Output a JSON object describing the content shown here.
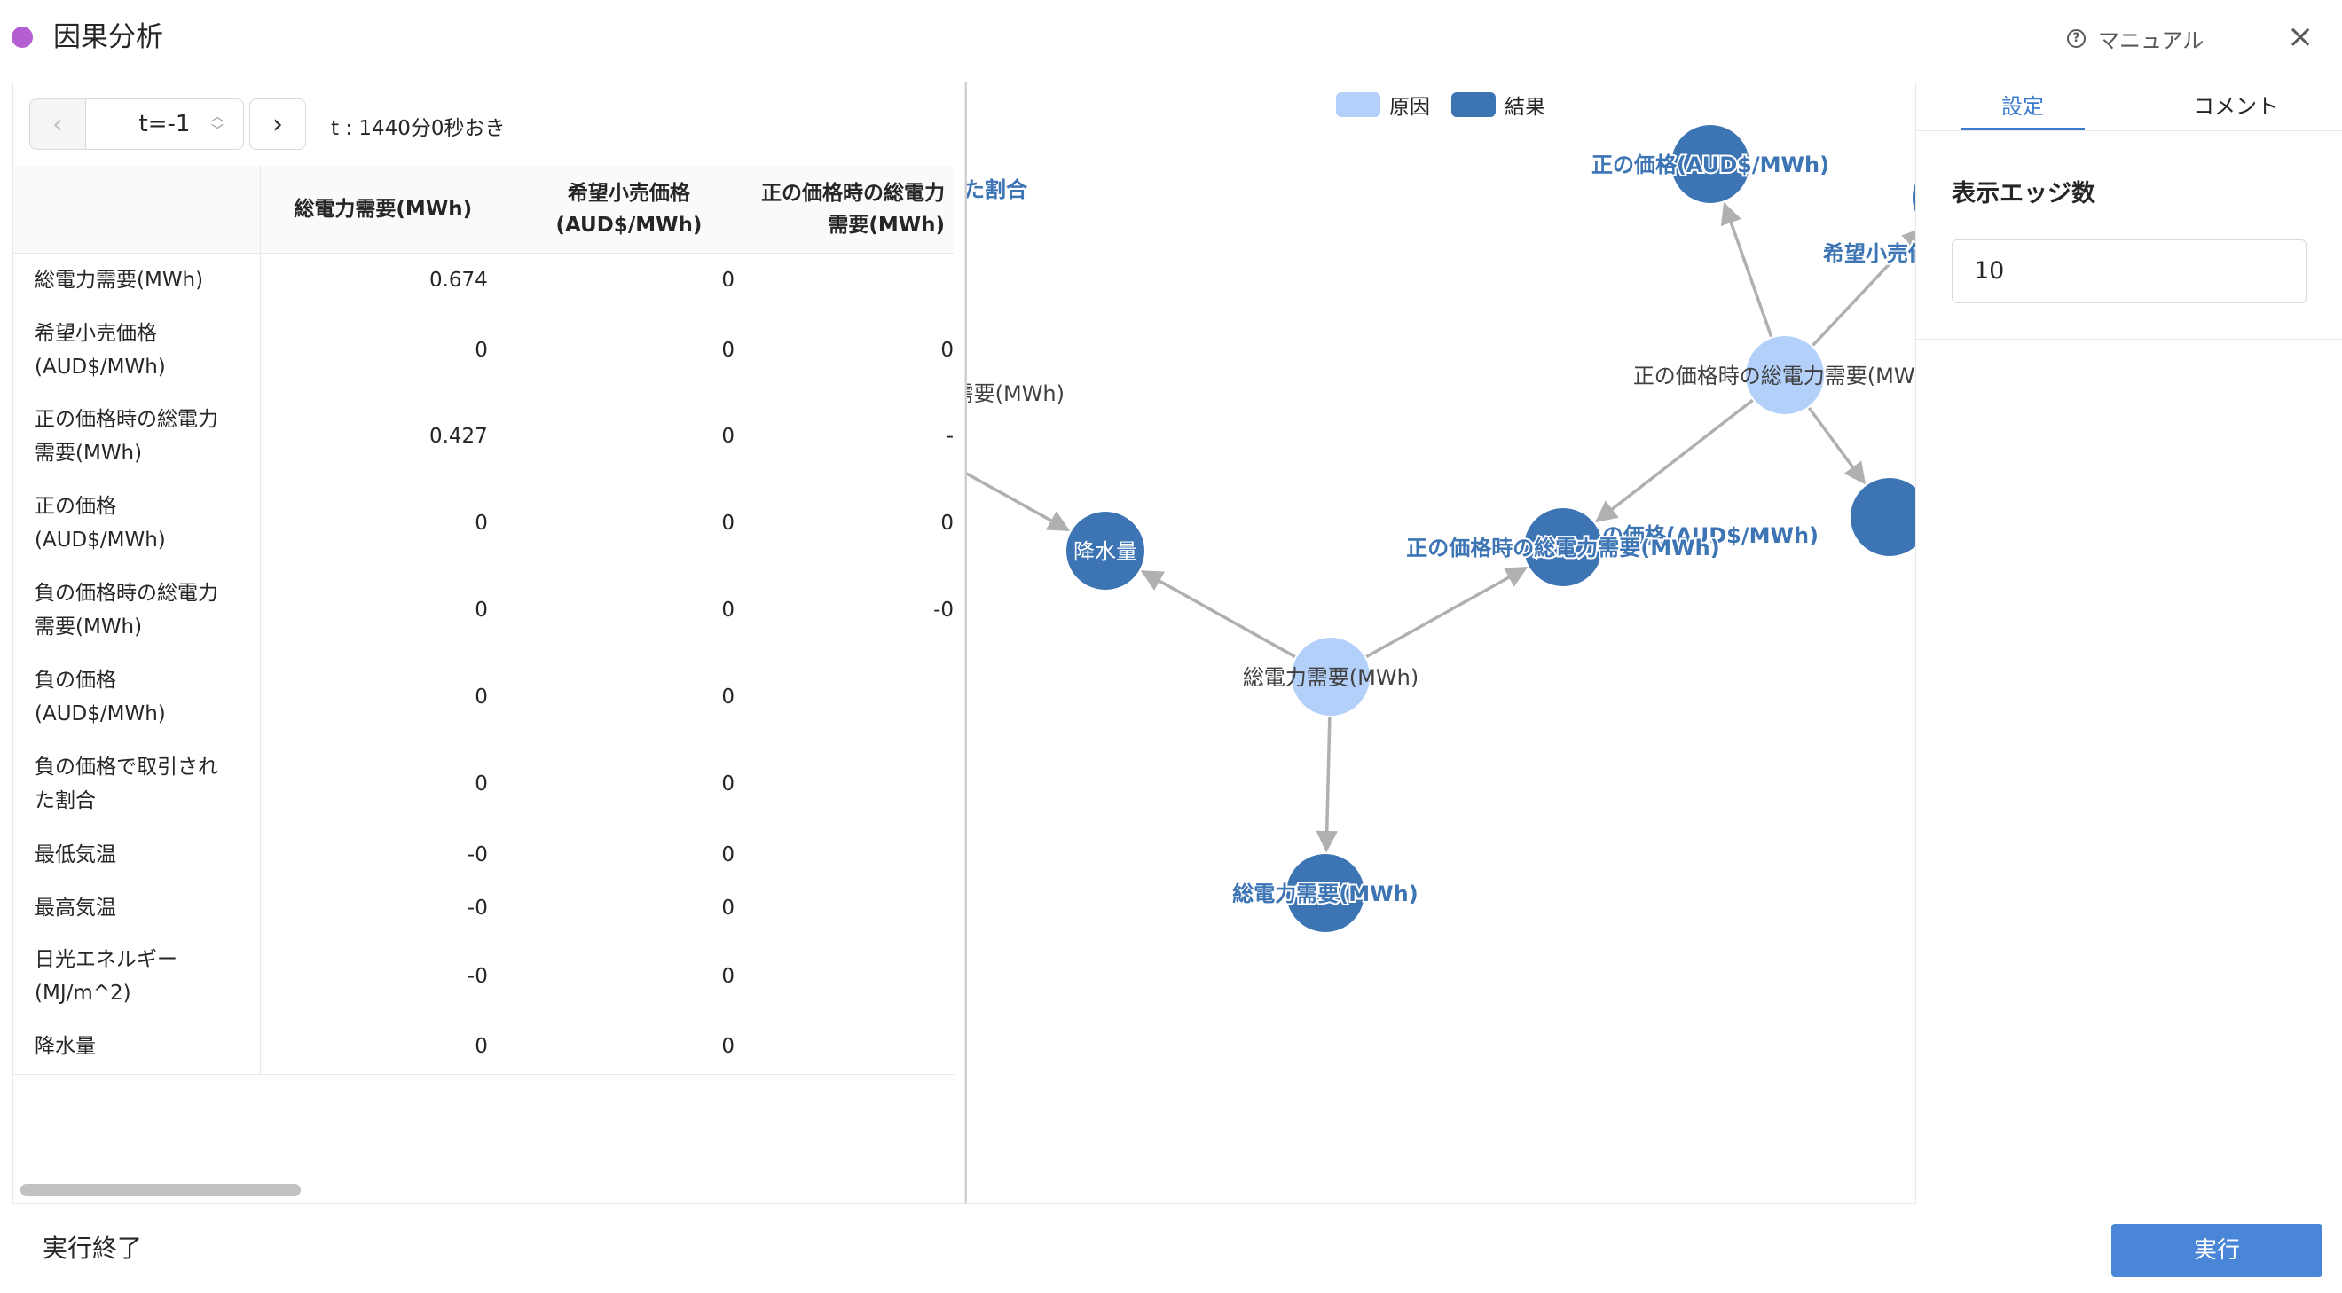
{
  "header": {
    "title": "因果分析",
    "manual_label": "マニュアル",
    "close_glyph": "×",
    "accent_color": "#b45fd1"
  },
  "time_control": {
    "prev_glyph": "‹",
    "next_glyph": "›",
    "selected": "t=-1",
    "interval_text": "t : 1440分0秒おき"
  },
  "table": {
    "columns": [
      "総電力需要(MWh)",
      "希望小売価格\n(AUD$/MWh)",
      "正の価格時の総電力\n需要(MWh)"
    ],
    "rows": [
      {
        "label": "総電力需要(MWh)",
        "values": [
          "0.674",
          "0",
          ""
        ]
      },
      {
        "label": "希望小売価格\n(AUD$/MWh)",
        "values": [
          "0",
          "0",
          "0"
        ]
      },
      {
        "label": "正の価格時の総電力\n需要(MWh)",
        "values": [
          "0.427",
          "0",
          "-"
        ]
      },
      {
        "label": "正の価格\n(AUD$/MWh)",
        "values": [
          "0",
          "0",
          "0"
        ]
      },
      {
        "label": "負の価格時の総電力\n需要(MWh)",
        "values": [
          "0",
          "0",
          "-0"
        ]
      },
      {
        "label": "負の価格\n(AUD$/MWh)",
        "values": [
          "0",
          "0",
          ""
        ]
      },
      {
        "label": "負の価格で取引され\nた割合",
        "values": [
          "0",
          "0",
          ""
        ]
      },
      {
        "label": "最低気温",
        "values": [
          "-0",
          "0",
          ""
        ]
      },
      {
        "label": "最高気温",
        "values": [
          "-0",
          "0",
          ""
        ]
      },
      {
        "label": "日光エネルギー\n(MJ/m^2)",
        "values": [
          "-0",
          "0",
          ""
        ]
      },
      {
        "label": "降水量",
        "values": [
          "0",
          "0",
          ""
        ]
      }
    ]
  },
  "graph": {
    "legend": [
      {
        "label": "原因",
        "color": "#b3d0fb"
      },
      {
        "label": "結果",
        "color": "#3c74b4"
      }
    ],
    "edge_color": "#b0b0b0",
    "nodes": [
      {
        "id": "n1",
        "label": "正の価格(AUD$/MWh)",
        "kind": "effect"
      },
      {
        "id": "n2",
        "label": "希望小売価格",
        "kind": "effect"
      },
      {
        "id": "n3",
        "label": "正の価格時の総電力需要(MWh)",
        "kind": "cause"
      },
      {
        "id": "n4",
        "label": "負の価格(AUD$/MWh)",
        "kind": "effect"
      },
      {
        "id": "n5",
        "label": "正の価格時の総電力需要(MWh)",
        "kind": "effect"
      },
      {
        "id": "n6",
        "label": "降水量",
        "kind": "effect"
      },
      {
        "id": "n7",
        "label": "総電力需要(MWh)",
        "kind": "cause"
      },
      {
        "id": "n8",
        "label": "総電力需要(MWh)",
        "kind": "effect"
      },
      {
        "id": "n9",
        "label": "総電力需要(MWh)",
        "kind": "cause"
      },
      {
        "id": "n10",
        "label": "負の価格で取引された割合",
        "kind": "effect"
      }
    ],
    "edges": [
      {
        "from": "n3",
        "to": "n1"
      },
      {
        "from": "n3",
        "to": "n2"
      },
      {
        "from": "n3",
        "to": "n4"
      },
      {
        "from": "n3",
        "to": "n5"
      },
      {
        "from": "n7",
        "to": "n5"
      },
      {
        "from": "n7",
        "to": "n6"
      },
      {
        "from": "n7",
        "to": "n8"
      },
      {
        "from": "n9",
        "to": "n6"
      }
    ]
  },
  "settings": {
    "tabs": [
      {
        "label": "設定",
        "active": true
      },
      {
        "label": "コメント",
        "active": false
      }
    ],
    "edge_count_label": "表示エッジ数",
    "edge_count_value": "10"
  },
  "footer": {
    "end_label": "実行終了",
    "run_label": "実行",
    "run_color": "#4a86d8"
  }
}
